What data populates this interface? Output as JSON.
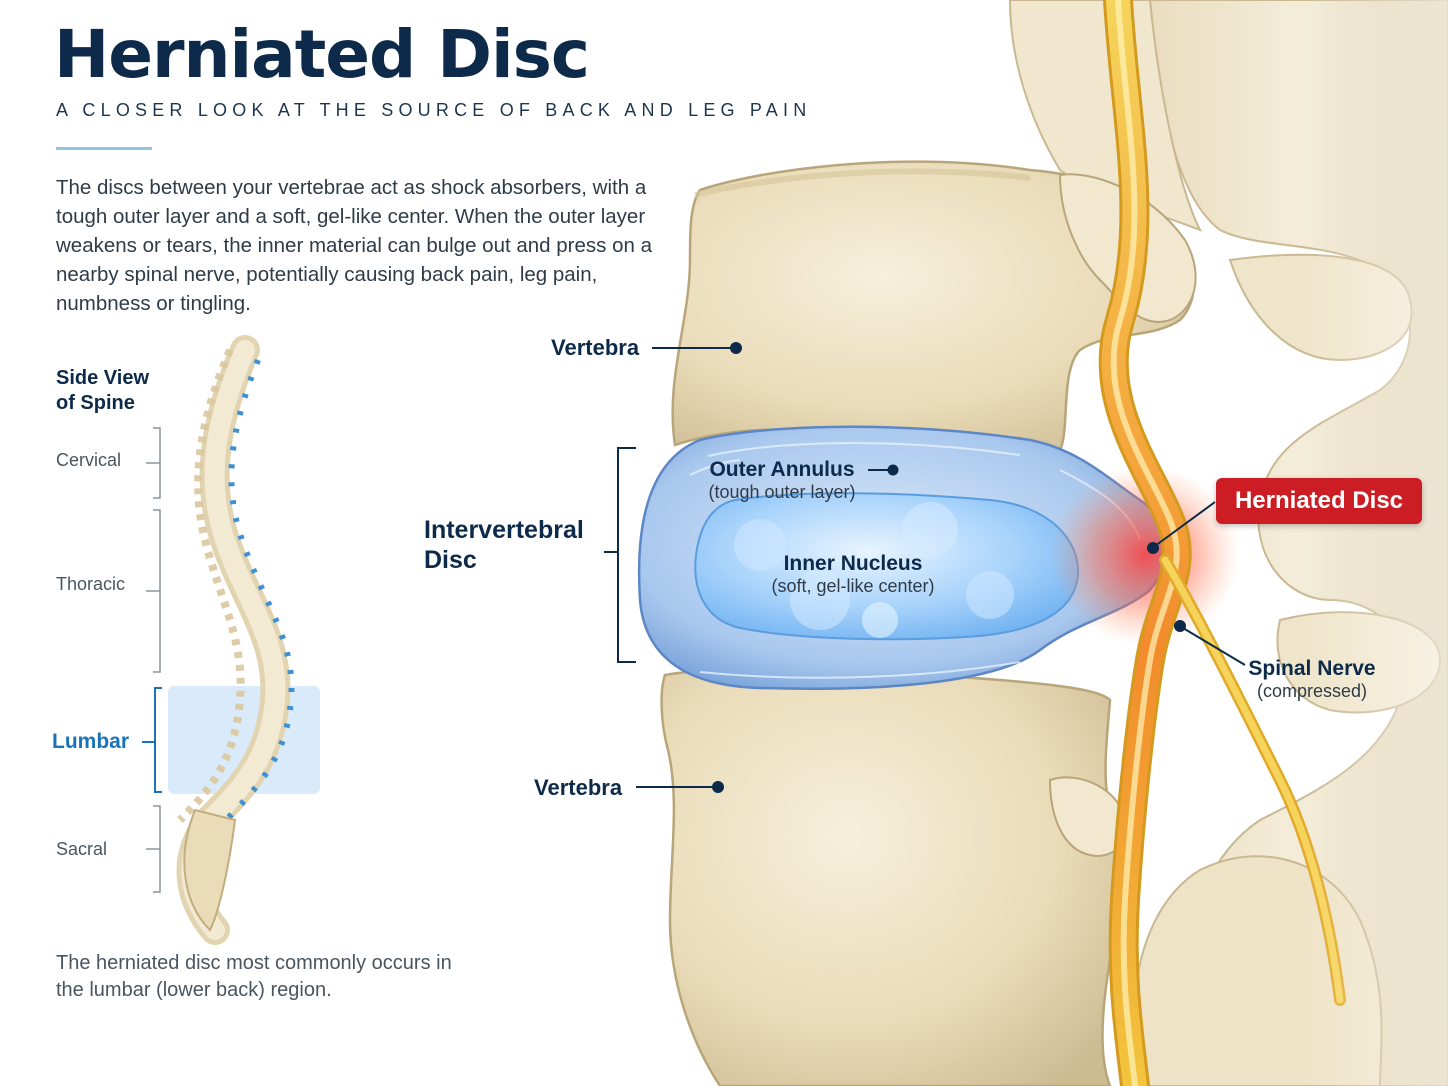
{
  "header": {
    "title": "Herniated Disc",
    "subtitle": "A CLOSER LOOK AT THE SOURCE OF BACK AND LEG PAIN",
    "intro": "The discs between your vertebrae act as shock absorbers, with a tough outer layer and a soft, gel-like center. When the outer layer weakens or tears, the inner material can bulge out and press on a nearby spinal nerve, potentially causing back pain, leg pain, numbness or tingling."
  },
  "spine_view": {
    "heading_line1": "Side View",
    "heading_line2": "of Spine",
    "regions": [
      "Cervical",
      "Thoracic",
      "Lumbar",
      "Sacral"
    ],
    "highlighted_region": "Lumbar",
    "note": "The herniated disc most commonly occurs in the lumbar (lower back) region."
  },
  "callouts": {
    "vertebra_top": "Vertebra",
    "vertebra_bottom": "Vertebra",
    "disc_line1": "Intervertebral",
    "disc_line2": "Disc",
    "outer_annulus": "Outer Annulus",
    "outer_annulus_sub": "(tough outer layer)",
    "inner_nucleus": "Inner Nucleus",
    "inner_nucleus_sub": "(soft, gel-like center)",
    "herniated_disc": "Herniated Disc",
    "spinal_nerve": "Spinal Nerve",
    "spinal_nerve_sub": "(compressed)"
  },
  "colors": {
    "title": "#0d2a4a",
    "accent_blue": "#1a73b8",
    "herniation_red": "#cc1d24",
    "nerve_yellow": "#f2c53d",
    "bone": "#efe5cc",
    "disc_blue": "#8fb8e6"
  }
}
